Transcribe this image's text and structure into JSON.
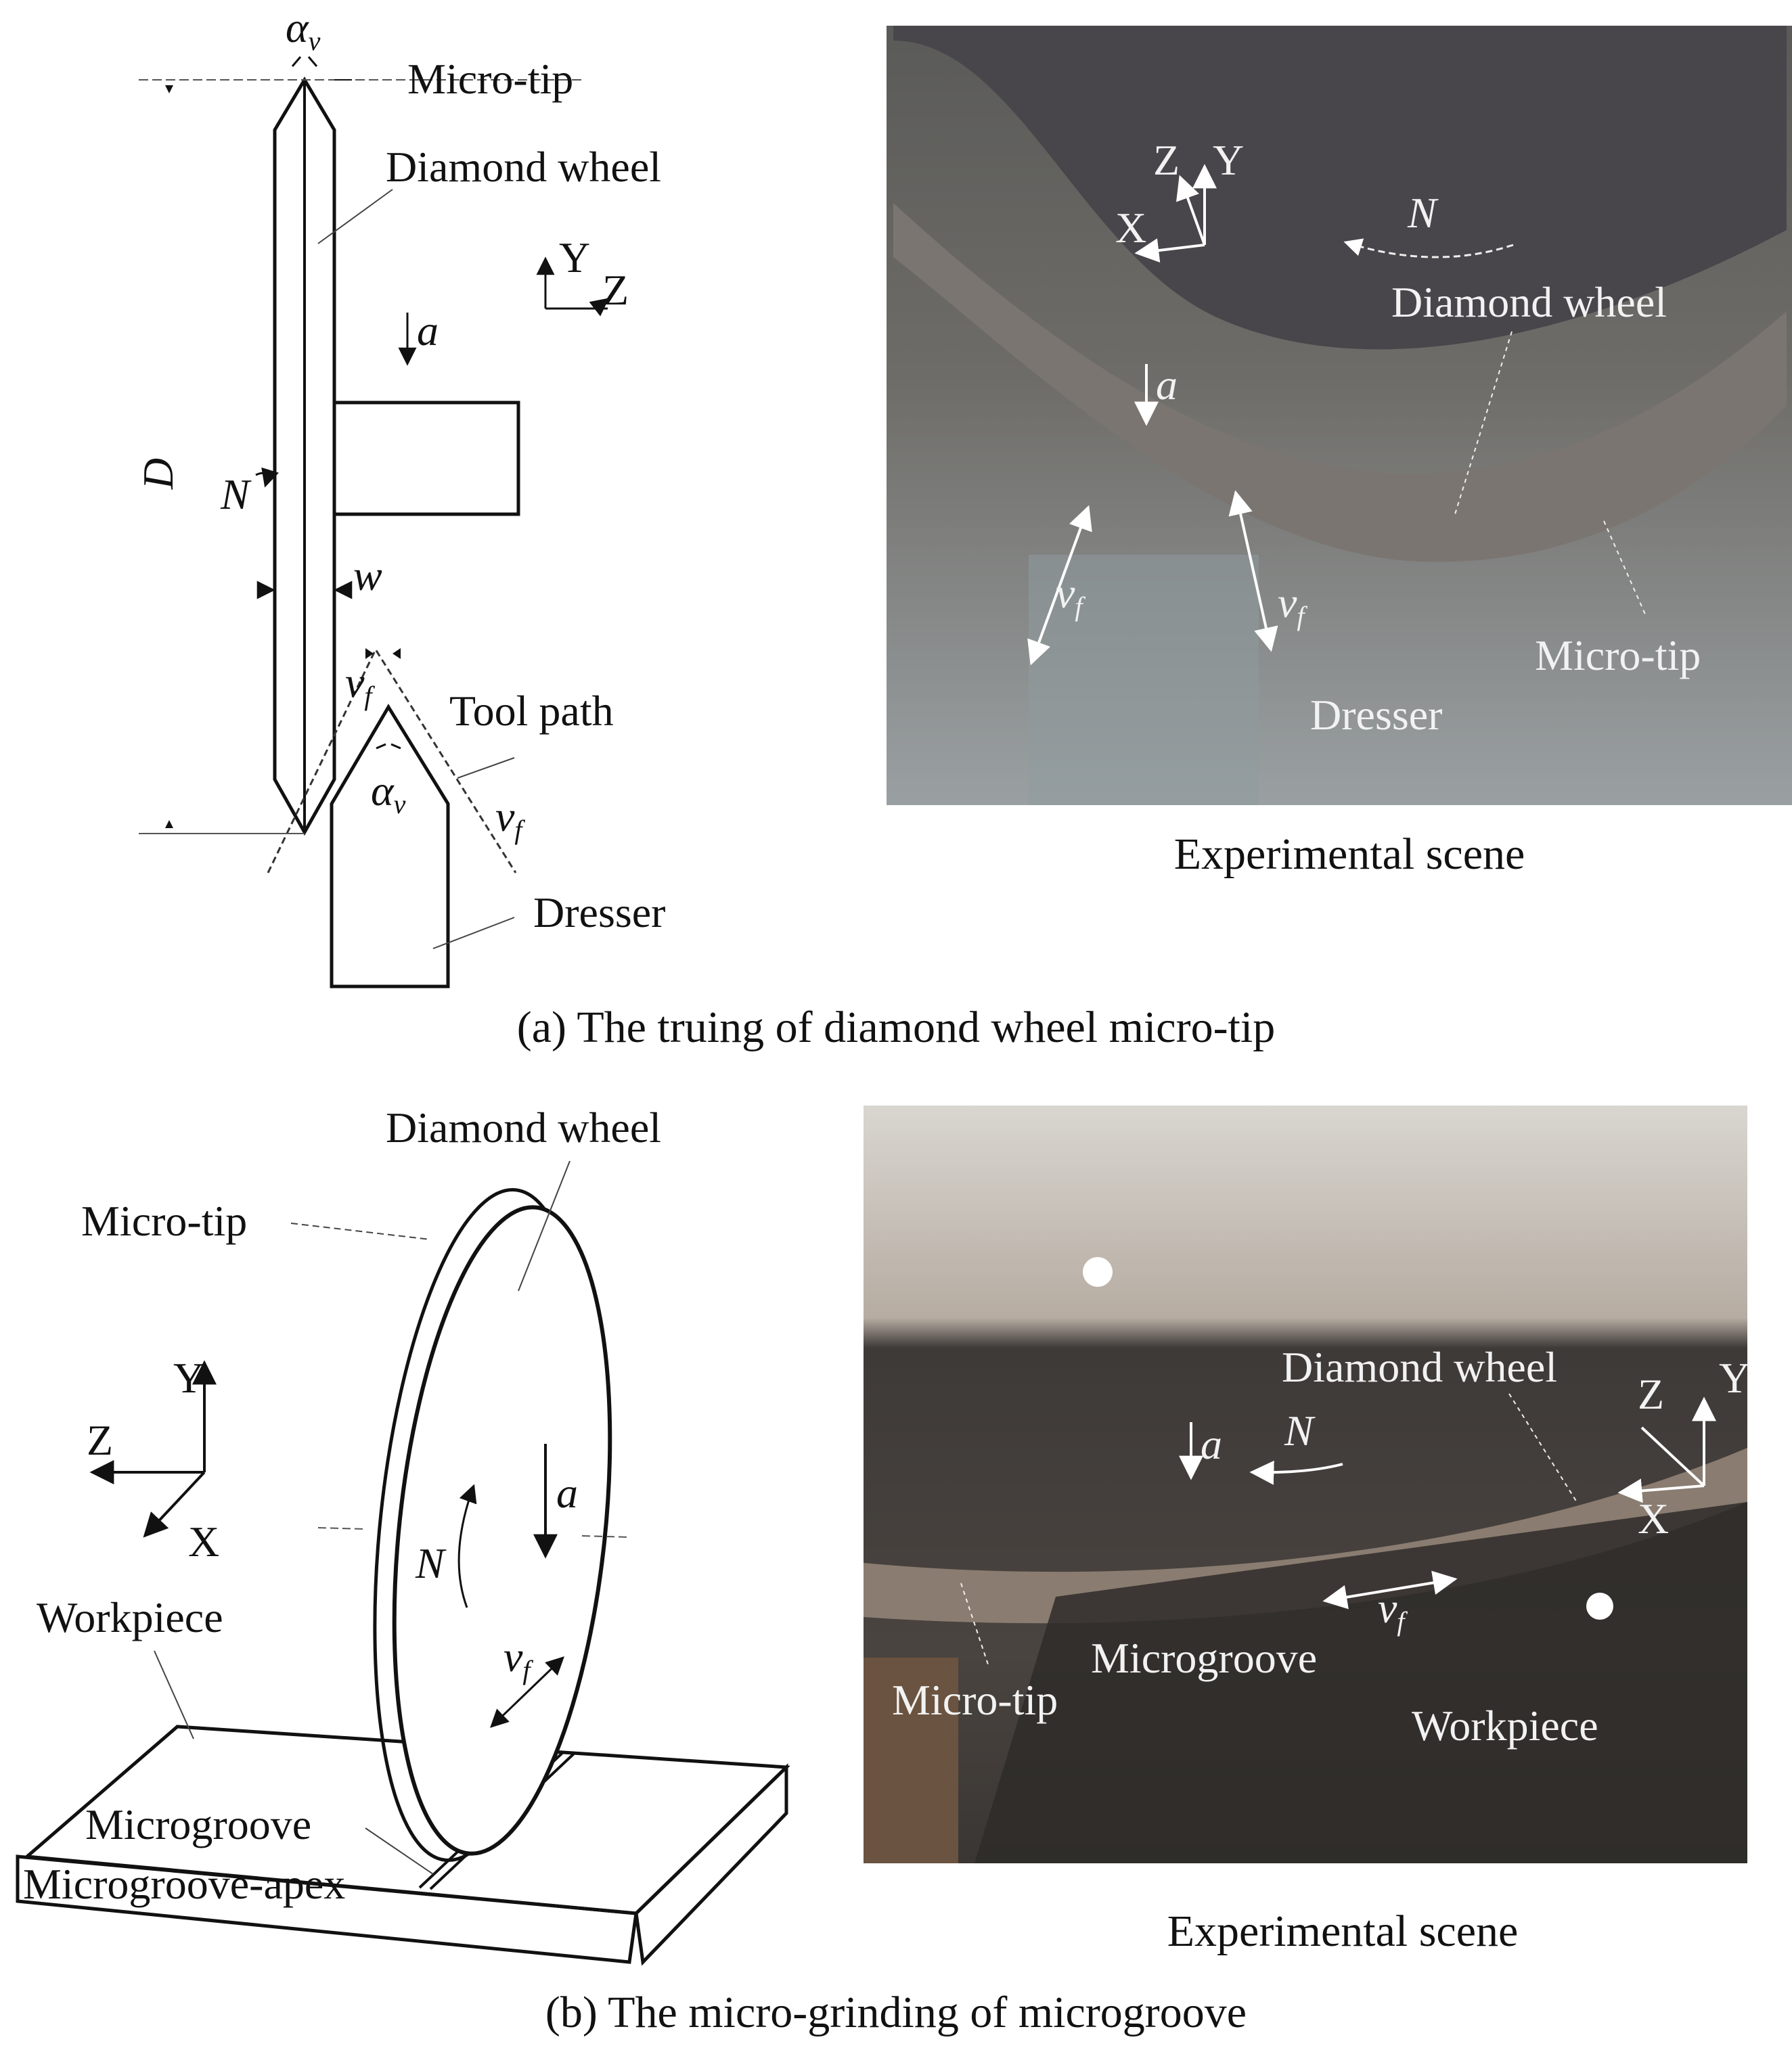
{
  "panel_a": {
    "caption": "(a) The truing of diamond wheel micro-tip",
    "schematic": {
      "micro_tip": "Micro-tip",
      "diamond_wheel": "Diamond wheel",
      "tool_path": "Tool path",
      "dresser": "Dresser",
      "axis_y": "Y",
      "axis_z": "Z",
      "sym_alpha": "α",
      "sym_alpha_sub": "v",
      "sym_a": "a",
      "sym_D": "D",
      "sym_N": "N",
      "sym_w": "w",
      "sym_v": "v",
      "sym_v_sub": "f"
    },
    "photo": {
      "caption": "Experimental scene",
      "diamond_wheel": "Diamond wheel",
      "micro_tip": "Micro-tip",
      "dresser": "Dresser",
      "axis_x": "X",
      "axis_y": "Y",
      "axis_z": "Z",
      "sym_N": "N",
      "sym_a": "a",
      "sym_v": "v",
      "sym_v_sub": "f"
    }
  },
  "panel_b": {
    "caption": "(b) The micro-grinding of microgroove",
    "schematic": {
      "diamond_wheel": "Diamond wheel",
      "micro_tip": "Micro-tip",
      "workpiece": "Workpiece",
      "microgroove": "Microgroove",
      "microgroove_apex": "Microgroove-apex",
      "axis_x": "X",
      "axis_y": "Y",
      "axis_z": "Z",
      "sym_N": "N",
      "sym_a": "a",
      "sym_v": "v",
      "sym_v_sub": "f"
    },
    "photo": {
      "caption": "Experimental scene",
      "diamond_wheel": "Diamond wheel",
      "microgroove": "Microgroove",
      "workpiece": "Workpiece",
      "micro_tip": "Micro-tip",
      "axis_x": "X",
      "axis_y": "Y",
      "axis_z": "Z",
      "sym_N": "N",
      "sym_a": "a",
      "sym_v": "v",
      "sym_v_sub": "f"
    }
  }
}
